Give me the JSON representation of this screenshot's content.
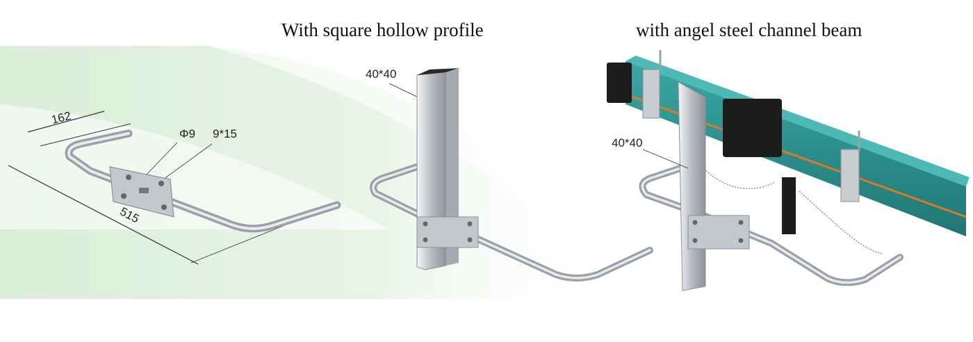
{
  "titles": {
    "middle": "With square hollow profile",
    "right": "with angel steel channel beam"
  },
  "left_figure": {
    "dim_width": "162",
    "dim_length": "515",
    "dim_hole": "Φ9",
    "dim_slot": "9*15"
  },
  "middle_figure": {
    "profile_size": "40*40"
  },
  "right_figure": {
    "profile_size": "40*40",
    "beam_color": "#2a8f8c",
    "stripe_color": "#d9792a"
  },
  "colors": {
    "background_swoosh": "#dcefd9",
    "steel": "#c9ccd0",
    "dark_part": "#1c1c1c"
  }
}
